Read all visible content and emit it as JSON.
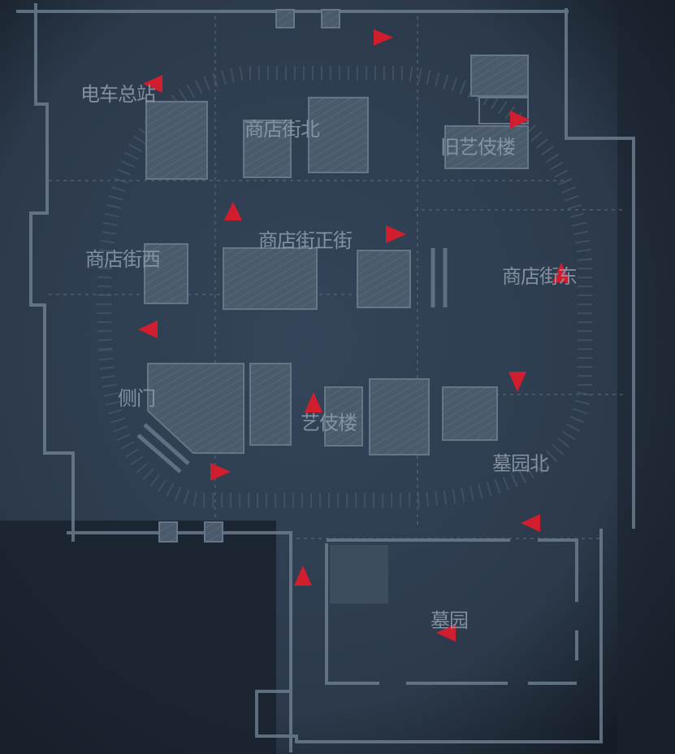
{
  "map": {
    "colors": {
      "background": "#2c3a4a",
      "line": "#6f8193",
      "building": "#4a5a6b",
      "marker": "#d01e2e",
      "text": "#8b9aab"
    },
    "areas": [
      {
        "id": "tram-terminal",
        "label": "电车总站"
      },
      {
        "id": "shop-street-north",
        "label": "商店街北"
      },
      {
        "id": "old-geisha-house",
        "label": "旧艺伎楼"
      },
      {
        "id": "shop-street-main",
        "label": "商店街正街"
      },
      {
        "id": "shop-street-west",
        "label": "商店街西"
      },
      {
        "id": "shop-street-east",
        "label": "商店街东"
      },
      {
        "id": "side-gate",
        "label": "侧门"
      },
      {
        "id": "geisha-house",
        "label": "艺伎楼"
      },
      {
        "id": "cemetery-north",
        "label": "墓园北"
      },
      {
        "id": "cemetery",
        "label": "墓园"
      }
    ]
  }
}
